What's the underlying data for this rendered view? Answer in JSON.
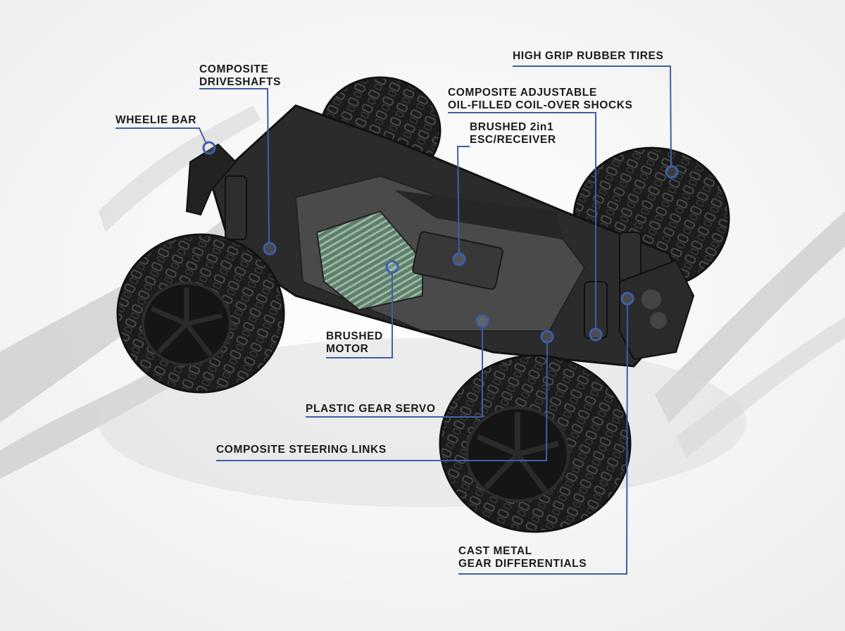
{
  "colors": {
    "background": "#f6f6f6",
    "brush_stroke": "#c9c9c9",
    "tire": "#1c1c1c",
    "chassis": "#333333",
    "motor": "#6f8f7a",
    "leader_line": "#3d5fa8",
    "label_text": "#1a1a1a"
  },
  "labels": {
    "composite_driveshafts": {
      "line1": "COMPOSITE",
      "line2": "DRIVESHAFTS"
    },
    "wheelie_bar": {
      "line1": "WHEELIE BAR"
    },
    "high_grip_tires": {
      "line1": "HIGH GRIP RUBBER TIRES"
    },
    "shocks": {
      "line1": "COMPOSITE ADJUSTABLE",
      "line2": "OIL-FILLED COIL-OVER SHOCKS"
    },
    "esc_receiver": {
      "line1": "BRUSHED 2in1",
      "line2": "ESC/RECEIVER"
    },
    "brushed_motor": {
      "line1": "BRUSHED",
      "line2": "MOTOR"
    },
    "servo": {
      "line1": "PLASTIC GEAR SERVO"
    },
    "steering_links": {
      "line1": "COMPOSITE STEERING LINKS"
    },
    "differentials": {
      "line1": "CAST METAL",
      "line2": "GEAR DIFFERENTIALS"
    }
  }
}
